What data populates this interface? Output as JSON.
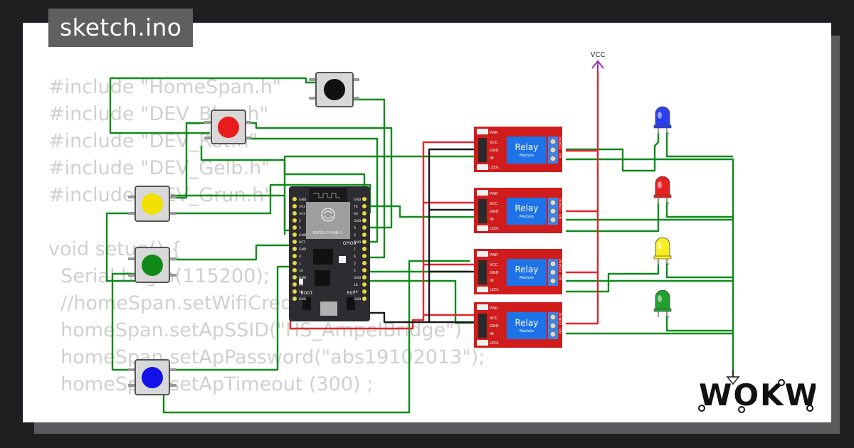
{
  "file_title": "sketch.ino",
  "code_lines": [
    "#include \"HomeSpan.h\"",
    "#include \"DEV_Blau.h\"",
    "#include \"DEV_Rot.h\"",
    "#include \"DEV_Gelb.h\"",
    "#include \"DEV_Grun.h\"",
    "",
    "void setup() {",
    "  Serial.begin(115200);",
    "  //homeSpan.setWifiCredentials()",
    "  homeSpan.setApSSID(\"HS_AmpelBridge\")",
    "  homeSpan.setApPassword(\"abs19102013\");",
    "  homeSpan.setApTimeout (300) ;"
  ],
  "board": {
    "name": "ESP32-C3-MINI-1",
    "gpio_label": "GPIO8",
    "boot_label": "BOOT",
    "rst_label": "RST",
    "pins_left": [
      "GND",
      "3V3",
      "3V3",
      "2",
      "3",
      "GND",
      "RST",
      "GND",
      "0",
      "1",
      "10",
      "GND",
      "5V",
      "5V",
      "GND"
    ],
    "pins_right": [
      "GND",
      "TX",
      "RX",
      "GND",
      "9",
      "8",
      "GND",
      "7",
      "6",
      "5",
      "4",
      "GND",
      "18",
      "19",
      "GND"
    ]
  },
  "relay": {
    "label": "Relay",
    "sub_label": "Module",
    "pin_labels": [
      "VCC",
      "GND",
      "IN"
    ],
    "pwr_label": "PWR",
    "led_label": "LED1",
    "terminal_labels": [
      "NO",
      "COM",
      "NC"
    ]
  },
  "vcc_label": "VCC",
  "logo_text": "WOKWi",
  "colors": {
    "wire_green": "#0e8a1a",
    "wire_red": "#e3242b",
    "wire_black": "#1a1a1a",
    "vcc_purple": "#9b2fb0",
    "relay_red": "#d01c1c",
    "relay_blue": "#1e73e8",
    "board": "#2c2c31"
  },
  "buttons": [
    {
      "name": "black-pushbutton",
      "color": "#111111"
    },
    {
      "name": "red-pushbutton",
      "color": "#e81c1c"
    },
    {
      "name": "yellow-pushbutton",
      "color": "#f2e100"
    },
    {
      "name": "green-pushbutton",
      "color": "#0f8a18"
    },
    {
      "name": "blue-pushbutton",
      "color": "#1212e8"
    }
  ],
  "leds": [
    {
      "name": "blue-led",
      "color": "#2a3ff0"
    },
    {
      "name": "red-led",
      "color": "#e82020"
    },
    {
      "name": "yellow-led",
      "color": "#f5ee20"
    },
    {
      "name": "green-led",
      "color": "#22a030"
    }
  ]
}
